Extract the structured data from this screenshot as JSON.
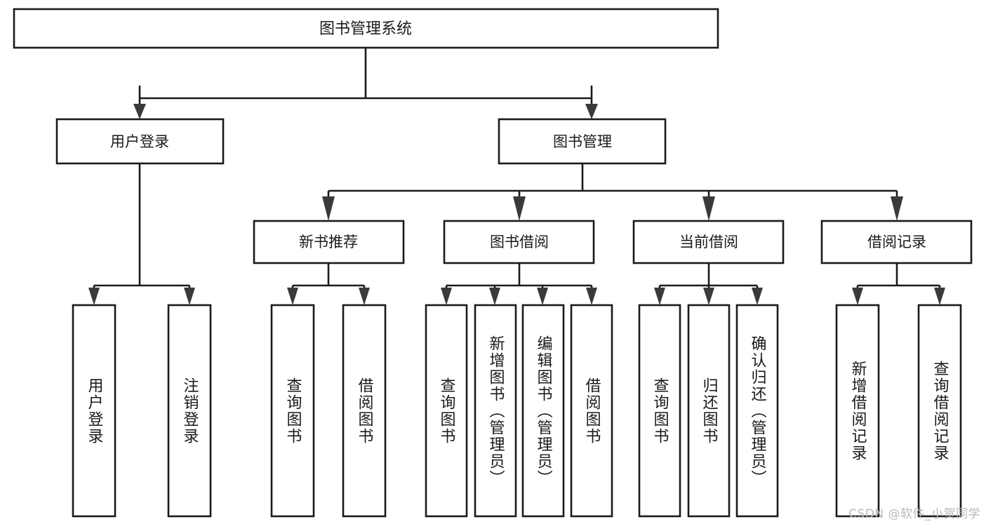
{
  "diagram": {
    "title": "图书管理系统",
    "type": "tree",
    "watermark": "CSDN @软件_小贺同学",
    "colors": {
      "background": "#ffffff",
      "box_fill": "#ffffff",
      "box_stroke": "#1a1a1a",
      "connector": "#1a1a1a",
      "arrow": "#3a3a3a",
      "text": "#1a1a1a",
      "watermark": "#b9b9b9"
    },
    "root": {
      "label": "图书管理系统"
    },
    "level1": [
      {
        "label": "用户登录"
      },
      {
        "label": "图书管理"
      }
    ],
    "level2": [
      {
        "label": "新书推荐"
      },
      {
        "label": "图书借阅"
      },
      {
        "label": "当前借阅"
      },
      {
        "label": "借阅记录"
      }
    ],
    "leaves": {
      "user_login": [
        {
          "label": "用户登录"
        },
        {
          "label": "注销登录"
        }
      ],
      "new_book_rec": [
        {
          "label": "查询图书"
        },
        {
          "label": "借阅图书"
        }
      ],
      "book_borrow": [
        {
          "label": "查询图书"
        },
        {
          "label": "新增图书（管理员）"
        },
        {
          "label": "编辑图书（管理员）"
        },
        {
          "label": "借阅图书"
        }
      ],
      "current_borrow": [
        {
          "label": "查询图书"
        },
        {
          "label": "归还图书"
        },
        {
          "label": "确认归还（管理员）"
        }
      ],
      "borrow_record": [
        {
          "label": "新增借阅记录"
        },
        {
          "label": "查询借阅记录"
        }
      ]
    }
  }
}
